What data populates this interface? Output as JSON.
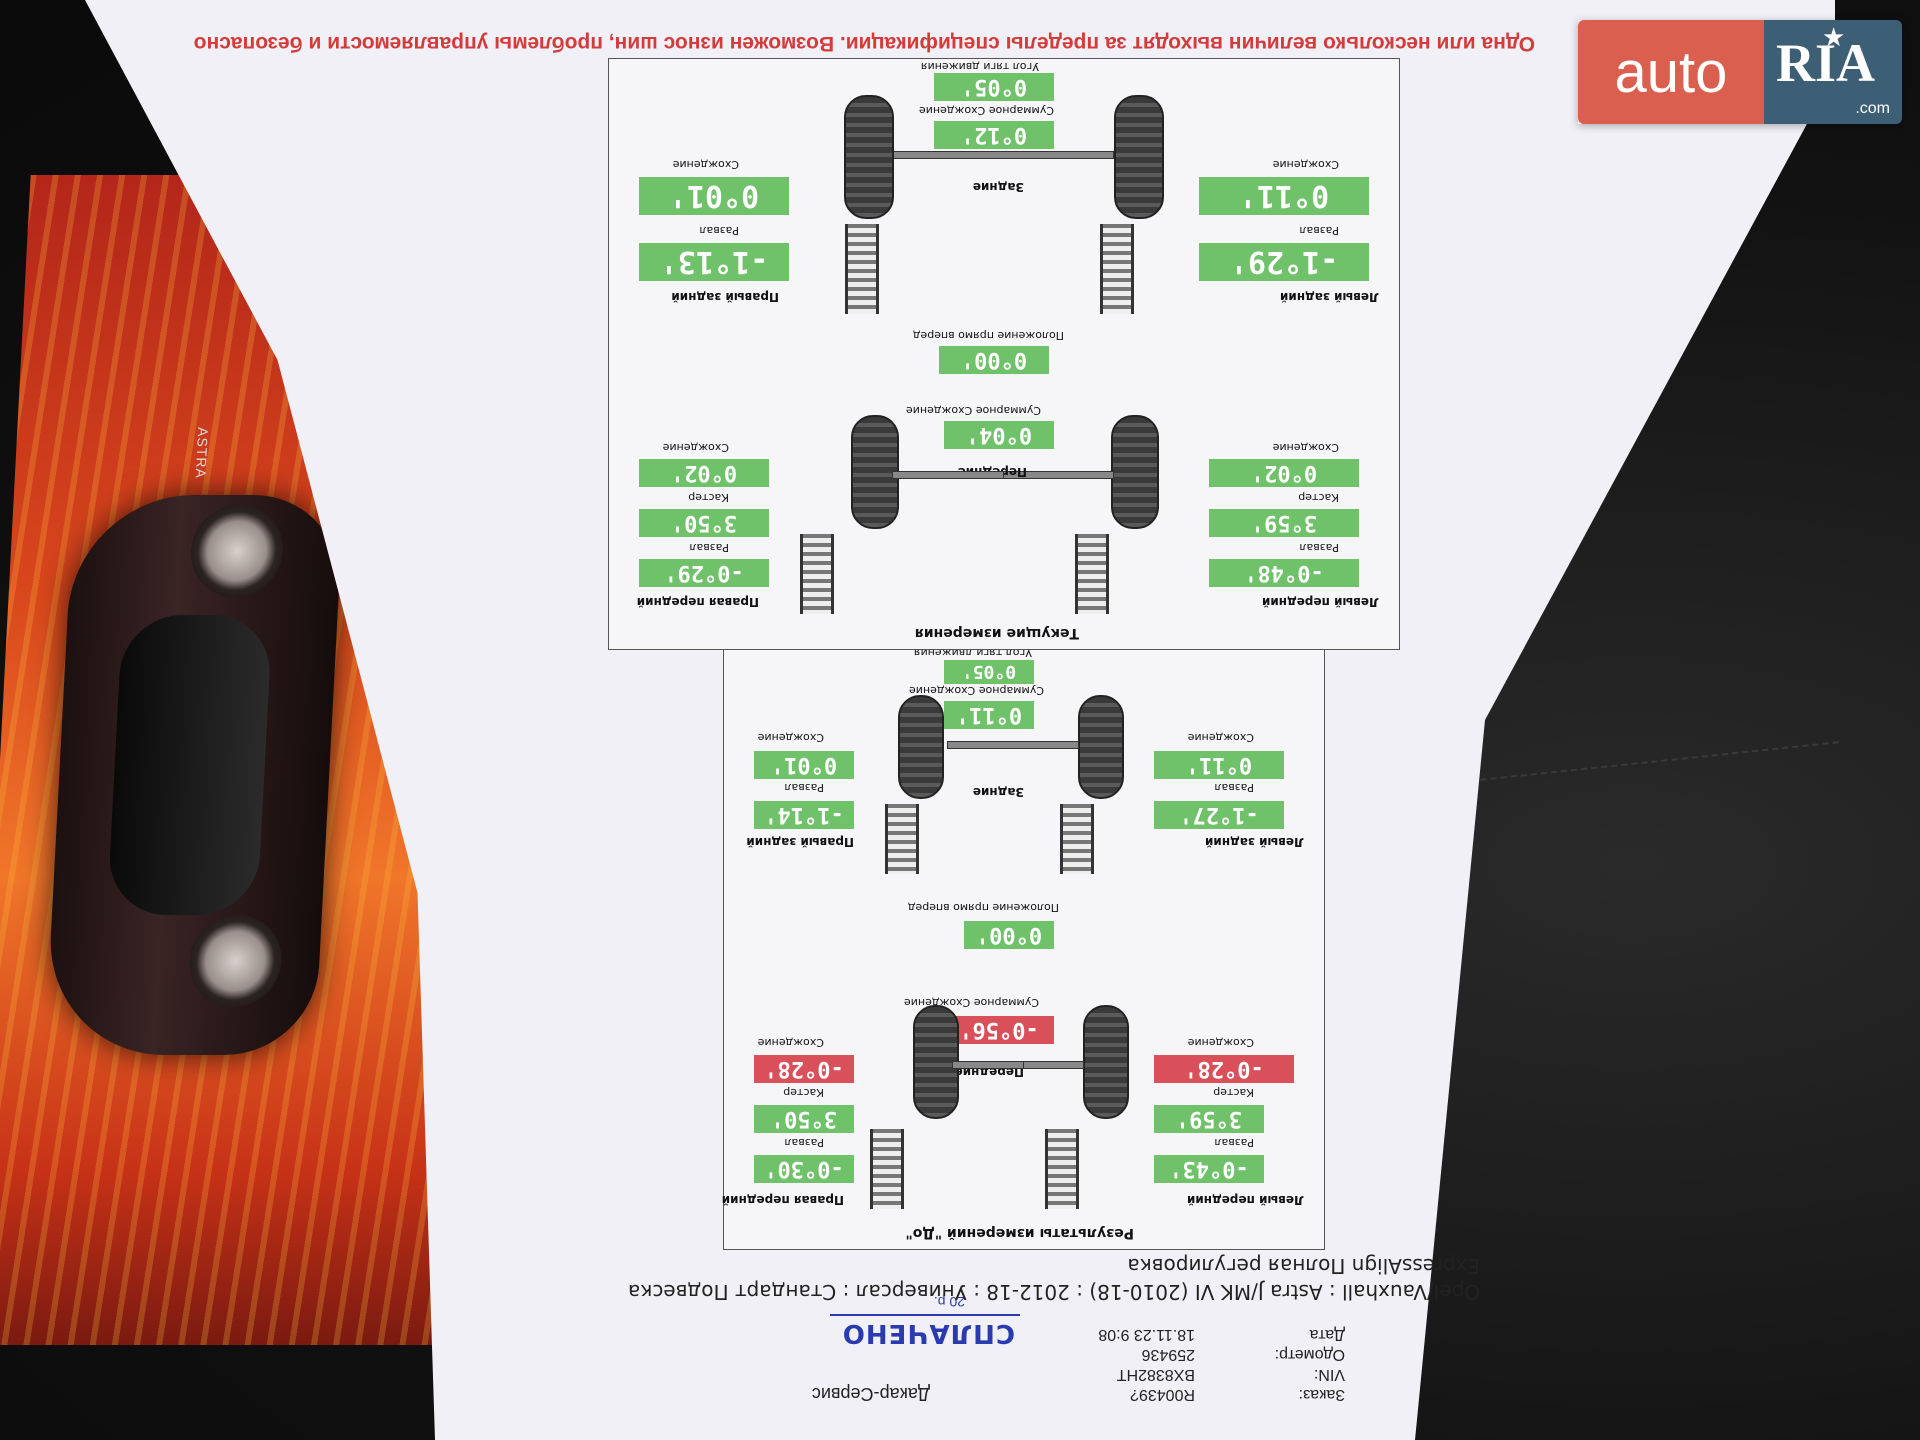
{
  "watermark": {
    "auto": "auto",
    "ria": "RIA",
    "com": ".com",
    "star": "★"
  },
  "brochure": {
    "badge": "ASTRA"
  },
  "report": {
    "warning": "Одна или несколько величин выходят за пределы спецификации. Возможен износ шин, проблемы управляемости и безопасно",
    "order_label": "Заказ:",
    "order_value": "R00439?",
    "company": "Дакар-Сервис",
    "vin_label": "VIN:",
    "vin_value": "BX8382HT",
    "odometer_label": "Одометр:",
    "odometer_value": "259436",
    "date_label": "Дата",
    "date_value": "18.11.23 9:08",
    "paid_stamp": "СПЛАЧЕНО",
    "stamp_date": "20 р.",
    "vehicle_line1": "Opel/Vauxhall : Astra J/MK VI (2010-18) : 2012-18 : Универсал : Стандарт Подвеска",
    "vehicle_line2": "ExpressAlign Полная регулировка",
    "before": {
      "title": "Результаты измерений \"До\"",
      "left_front": "Левый передний",
      "right_front": "Правая передний",
      "left_rear": "Левый задний",
      "right_rear": "Правый задний",
      "front": "Передние",
      "rear": "Задние",
      "camber": "Развал",
      "caster": "Кастер",
      "toe": "Схождение",
      "total_toe": "Суммарное Схождение",
      "steer_center": "Положение прямо вперед",
      "thrust": "Угол тяги движения",
      "lf_camber": "-0°43'",
      "lf_caster": "3°59'",
      "lf_toe": "-0°28'",
      "rf_camber": "-0°30'",
      "rf_caster": "3°50'",
      "rf_toe": "-0°28'",
      "front_total_toe": "-0°56'",
      "steer_value": "0°00'",
      "lr_camber": "-1°27'",
      "lr_toe": "0°11'",
      "rr_camber": "-1°14'",
      "rr_toe": "0°01'",
      "rear_total_toe": "0°11'",
      "thrust_value": "0°05'"
    },
    "current": {
      "title": "Текущие измерения",
      "left_front": "Левый передний",
      "right_front": "Правая передний",
      "left_rear": "Левый задний",
      "right_rear": "Правый задний",
      "front": "Передние",
      "rear": "Задние",
      "camber": "Развал",
      "caster": "Кастер",
      "toe": "Схождение",
      "total_toe": "Суммарное Схождение",
      "steer_center": "Положение прямо вперед",
      "thrust": "Угол тяги движения",
      "lf_camber": "-0°48'",
      "lf_caster": "3°59'",
      "lf_toe": "0°02'",
      "rf_camber": "-0°29'",
      "rf_caster": "3°50'",
      "rf_toe": "0°02'",
      "front_total_toe": "0°04'",
      "steer_value": "0°00'",
      "lr_camber": "-1°29'",
      "lr_toe": "0°11'",
      "rr_camber": "-1°13'",
      "rr_toe": "0°01'",
      "rear_total_toe": "0°12'",
      "thrust_value": "0°05'"
    },
    "colors": {
      "in_spec": "#6fc26a",
      "out_of_spec": "#d9505a"
    }
  }
}
